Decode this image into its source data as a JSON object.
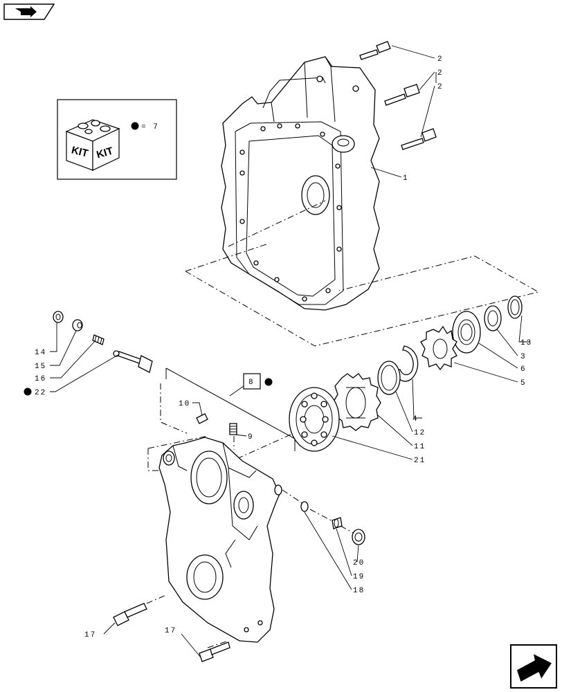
{
  "nav": {
    "top_button_icon": "arrow-right-icon",
    "bottom_button_icon": "arrow-right-bold-icon"
  },
  "kit_box": {
    "label_left": "KIT",
    "label_right": "KIT",
    "equals": "= 7"
  },
  "ref_box": {
    "number": "8"
  },
  "callouts": {
    "c1": "1",
    "c2a": "2",
    "c2b": "2",
    "c2c": "2",
    "c3": "3",
    "c4": "4",
    "c5": "5",
    "c6": "6",
    "c9": "9",
    "c10": "10",
    "c11": "11",
    "c12": "12",
    "c13": "13",
    "c14": "14",
    "c15": "15",
    "c16": "16",
    "c17a": "17",
    "c17b": "17",
    "c18": "18",
    "c19": "19",
    "c20": "20",
    "c21": "21",
    "c22": "22"
  }
}
